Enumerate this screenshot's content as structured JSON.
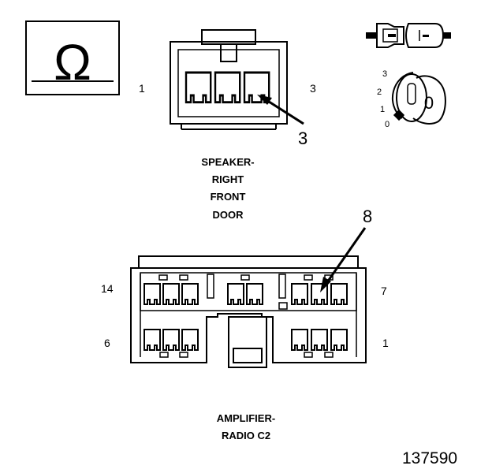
{
  "symbol": {
    "omega": "Ω"
  },
  "speaker_connector": {
    "pin_left": "1",
    "pin_right": "3",
    "callout": "3",
    "name_lines": [
      "SPEAKER-",
      "RIGHT",
      "FRONT",
      "DOOR"
    ]
  },
  "ignition_key": {
    "positions": [
      "3",
      "2",
      "1",
      "0"
    ],
    "key_face": "0"
  },
  "amplifier_connector": {
    "pin_top_left": "14",
    "pin_top_right": "7",
    "pin_bottom_left": "6",
    "pin_bottom_right": "1",
    "callout": "8",
    "name_lines": [
      "AMPLIFIER-",
      "RADIO C2"
    ]
  },
  "figure_number": "137590"
}
